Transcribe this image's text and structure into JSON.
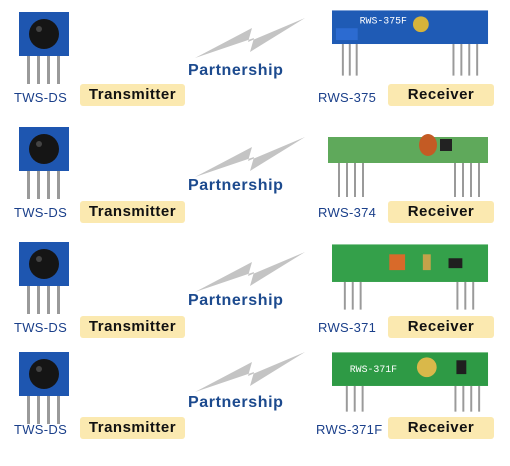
{
  "rows": [
    {
      "tx_code": "TWS-DS",
      "tx_label": "Transmitter",
      "link": "Partnership",
      "rx_code": "RWS-375",
      "rx_label": "Receiver",
      "board_text": "RWS-375F",
      "board_color": "#1f5bb5"
    },
    {
      "tx_code": "TWS-DS",
      "tx_label": "Transmitter",
      "link": "Partnership",
      "rx_code": "RWS-374",
      "rx_label": "Receiver",
      "board_text": "",
      "board_color": "#5fa95b"
    },
    {
      "tx_code": "TWS-DS",
      "tx_label": "Transmitter",
      "link": "Partnership",
      "rx_code": "RWS-371",
      "rx_label": "Receiver",
      "board_text": "",
      "board_color": "#34a04a"
    },
    {
      "tx_code": "TWS-DS",
      "tx_label": "Transmitter",
      "link": "Partnership",
      "rx_code": "RWS-371F",
      "rx_label": "Receiver",
      "board_text": "RWS-371F",
      "board_color": "#2e9a45"
    }
  ],
  "colors": {
    "pill_bg": "#fbe9b0",
    "code_text": "#1a3f8a",
    "partnership_text": "#1c4a8e",
    "bolt": "#c4c4c4"
  }
}
